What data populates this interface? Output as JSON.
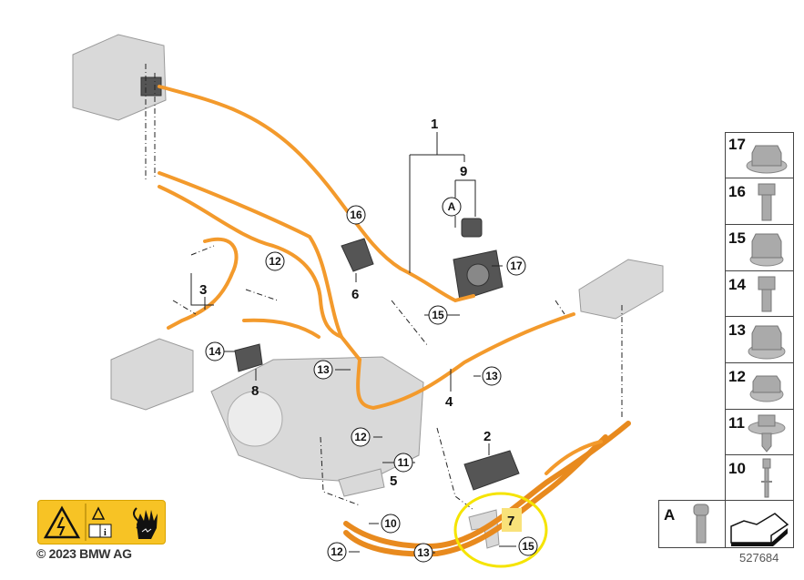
{
  "diagram": {
    "part_labels": [
      "1",
      "9",
      "3",
      "6",
      "8",
      "4",
      "2",
      "5",
      "7"
    ],
    "callouts": [
      "16",
      "12",
      "17",
      "15",
      "14",
      "13",
      "13",
      "12",
      "11",
      "10",
      "12",
      "13",
      "15",
      "A"
    ],
    "highlighted_part": "7",
    "highlight_color": "#f5e400",
    "cable_color": "#f39a2c"
  },
  "fastener_table": {
    "rows": [
      "17",
      "16",
      "15",
      "14",
      "13",
      "12",
      "11",
      "10"
    ],
    "footer_label": "A"
  },
  "document_number": "527684",
  "copyright": "© 2023 BMW AG",
  "warning_label": {
    "icons": [
      "high-voltage-warning-icon",
      "read-manual-icon",
      "no-touch-hand-icon"
    ]
  }
}
